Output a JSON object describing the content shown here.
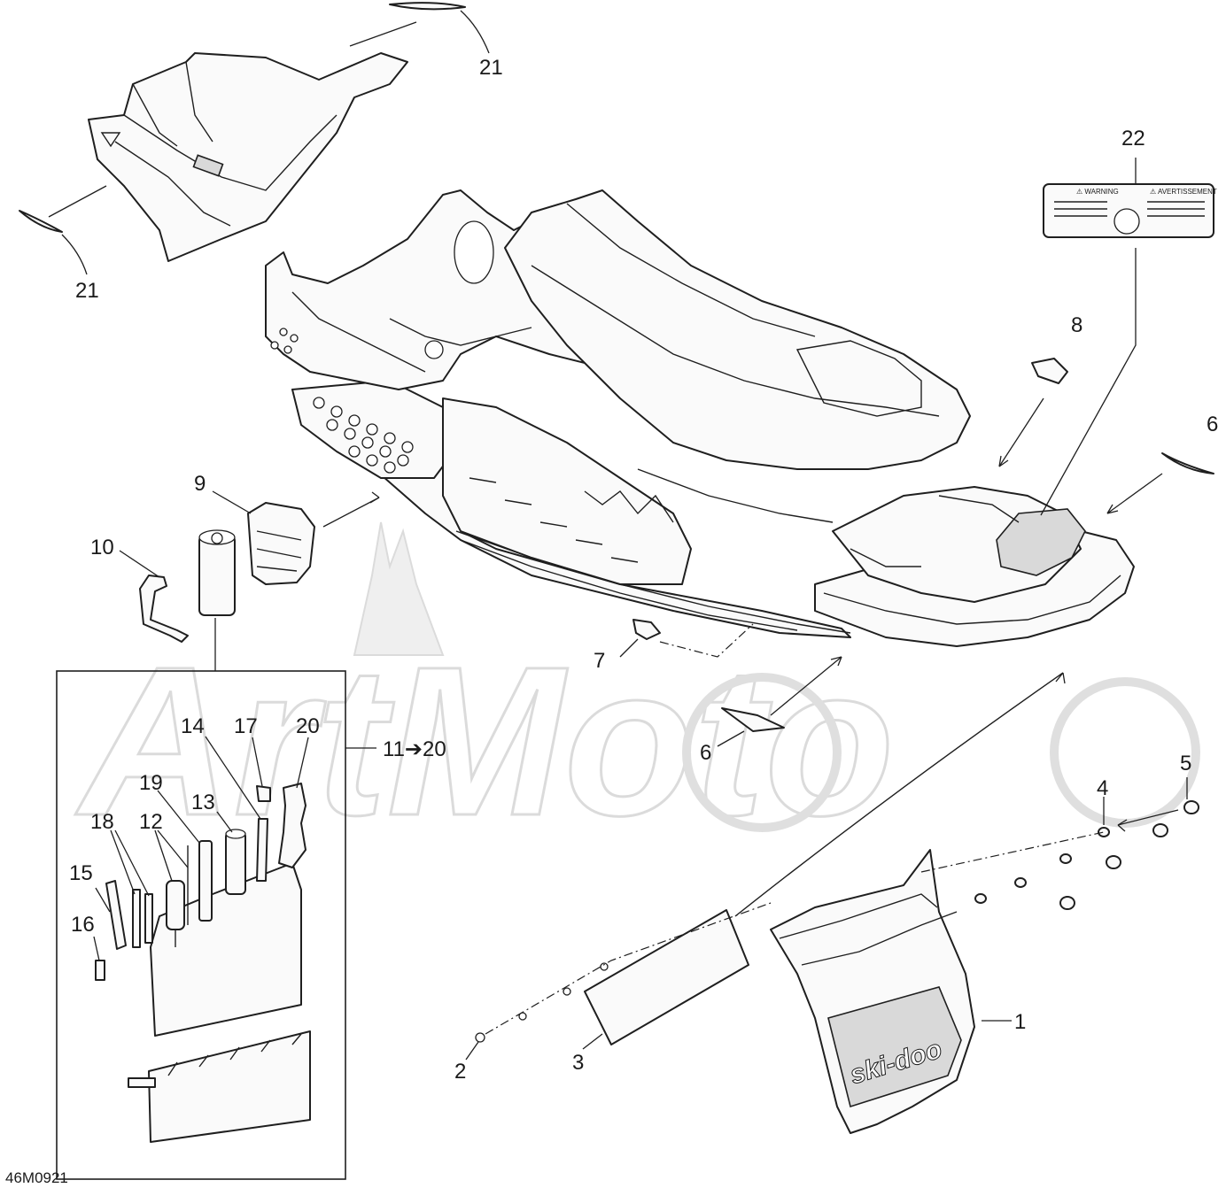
{
  "watermark": "ArtMoto",
  "diagram_code": "46M0921",
  "callouts": {
    "c1": "1",
    "c2": "2",
    "c3": "3",
    "c4": "4",
    "c5": "5",
    "c6a": "6",
    "c6b": "6",
    "c7": "7",
    "c8": "8",
    "c9": "9",
    "c10": "10",
    "c11_20": "11➔20",
    "c12": "12",
    "c13": "13",
    "c14": "14",
    "c15": "15",
    "c16": "16",
    "c17": "17",
    "c18": "18",
    "c19": "19",
    "c20": "20",
    "c21a": "21",
    "c21b": "21",
    "c22": "22"
  },
  "decal_22": {
    "headings": [
      "⚠ WARNING",
      "⚠ AVERTISSEMENT"
    ]
  },
  "mudflap_logo": "ski-doo"
}
